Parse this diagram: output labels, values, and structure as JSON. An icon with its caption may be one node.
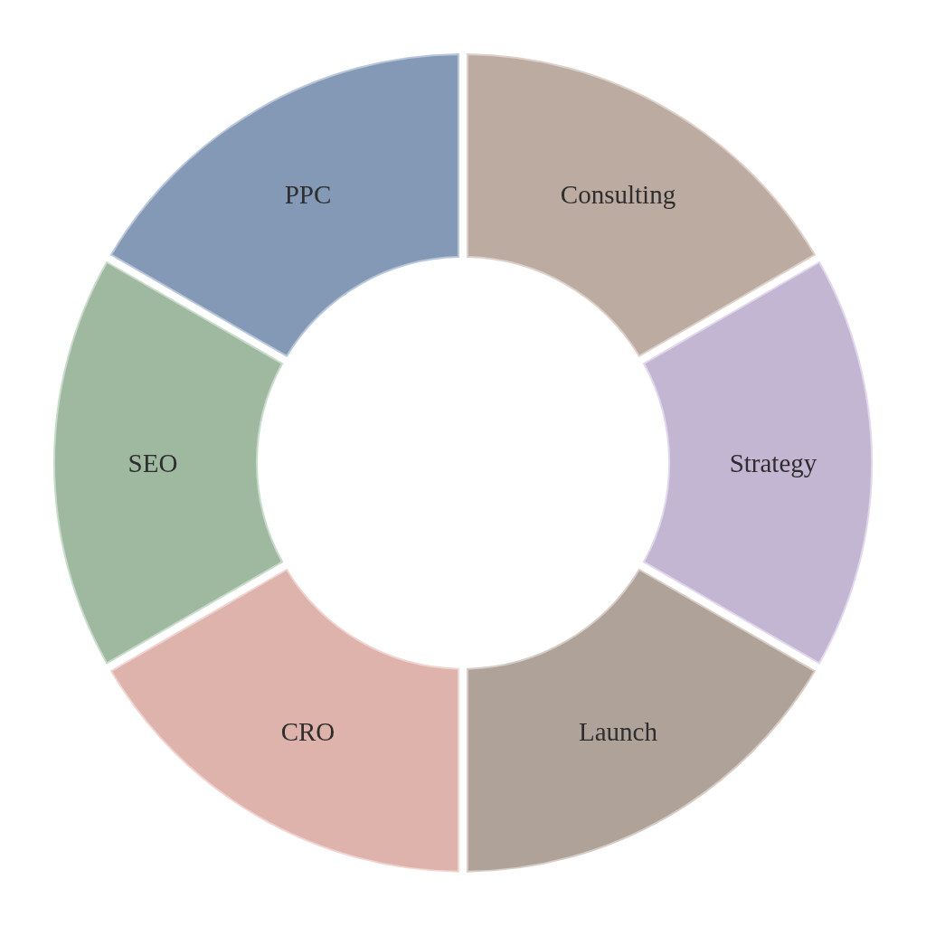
{
  "diagram": {
    "nodes": [
      {
        "text": [
          "PPC"
        ]
      },
      {
        "text": [
          "Consulting"
        ]
      },
      {
        "text": [
          "SEO"
        ]
      },
      {
        "text": [
          "Strategy"
        ]
      },
      {
        "text": [
          "CRO"
        ]
      },
      {
        "text": [
          "Launch"
        ]
      }
    ]
  }
}
